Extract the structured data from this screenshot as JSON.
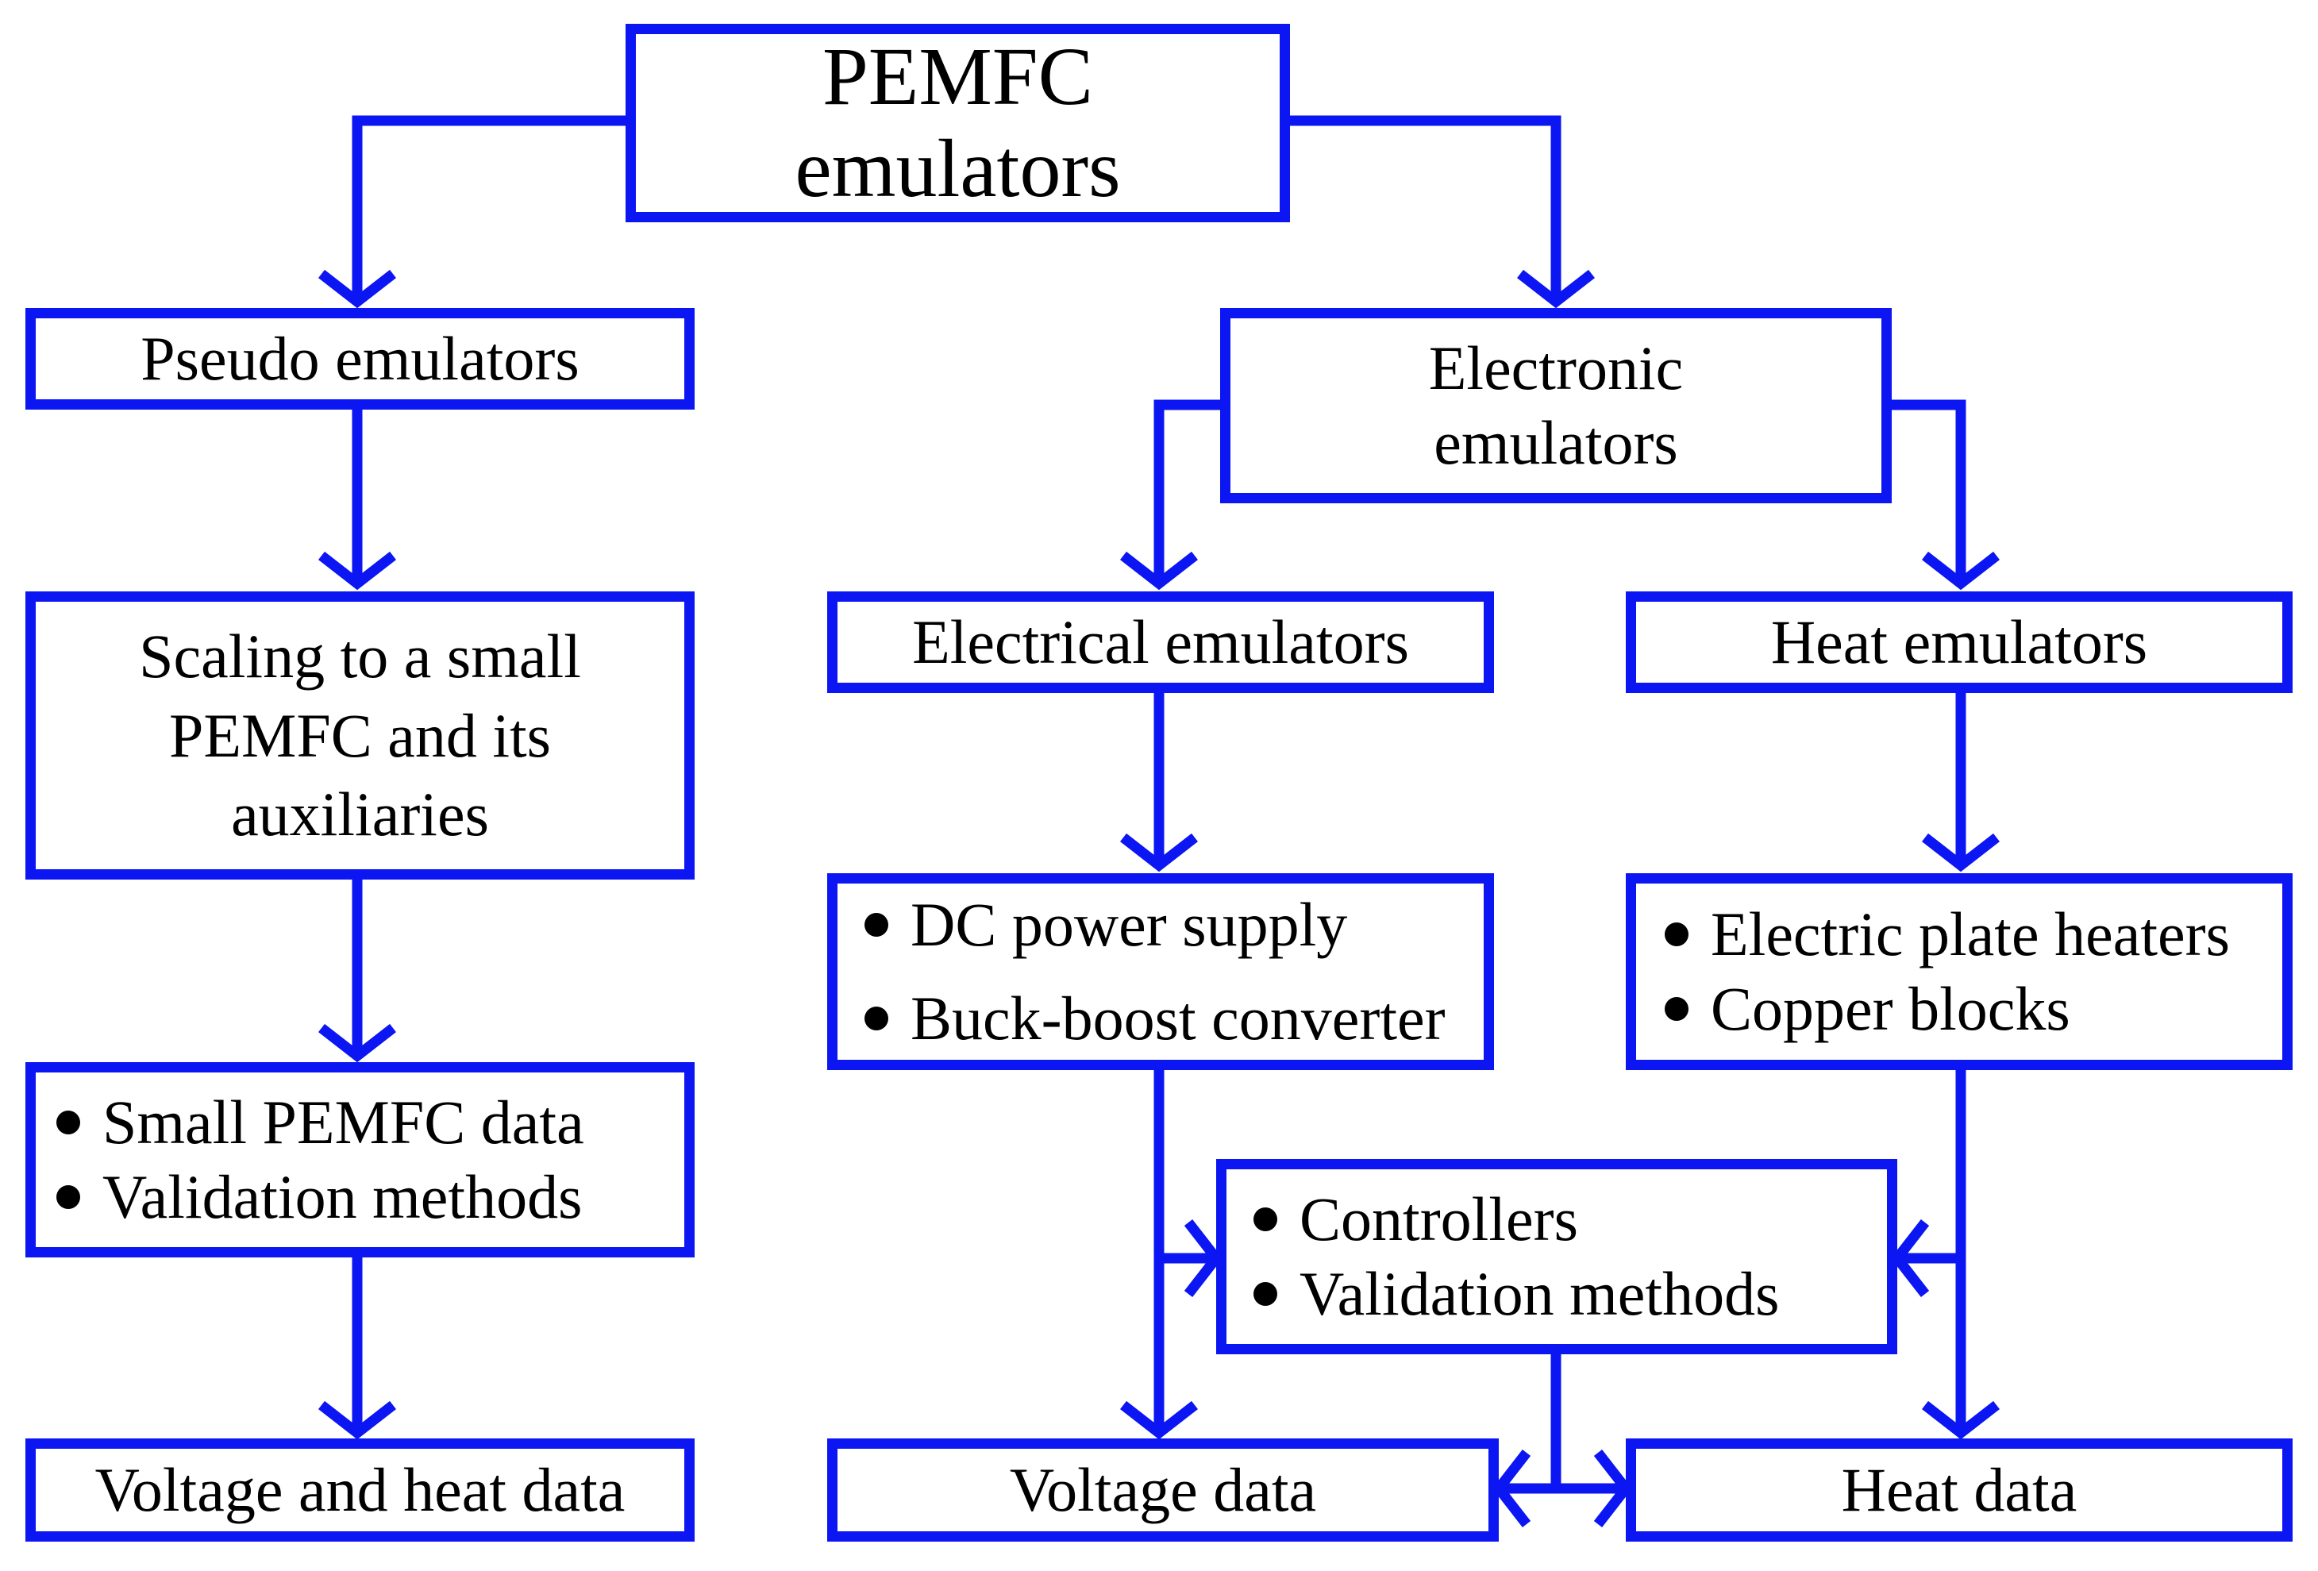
{
  "colors": {
    "stroke": "#0b16f2",
    "text": "#000000",
    "background": "#ffffff"
  },
  "nodes": {
    "root": {
      "lines": [
        "PEMFC",
        "emulators"
      ]
    },
    "pseudo": {
      "label": "Pseudo emulators"
    },
    "scaling": {
      "lines": [
        "Scaling to a small",
        "PEMFC and its",
        "auxiliaries"
      ]
    },
    "small_data": {
      "items": [
        "Small PEMFC data",
        "Validation methods"
      ]
    },
    "voltage_heat": {
      "label": "Voltage and heat data"
    },
    "electronic": {
      "lines": [
        "Electronic",
        "emulators"
      ]
    },
    "electrical": {
      "label": "Electrical emulators"
    },
    "heat_emulators": {
      "label": "Heat emulators"
    },
    "dc": {
      "items": [
        "DC power supply",
        "Buck-boost converter"
      ]
    },
    "plate": {
      "items": [
        "Electric plate heaters",
        "Copper blocks"
      ]
    },
    "controllers": {
      "items": [
        "Controllers",
        "Validation methods"
      ]
    },
    "voltage": {
      "label": "Voltage data"
    },
    "heat": {
      "label": "Heat data"
    }
  }
}
